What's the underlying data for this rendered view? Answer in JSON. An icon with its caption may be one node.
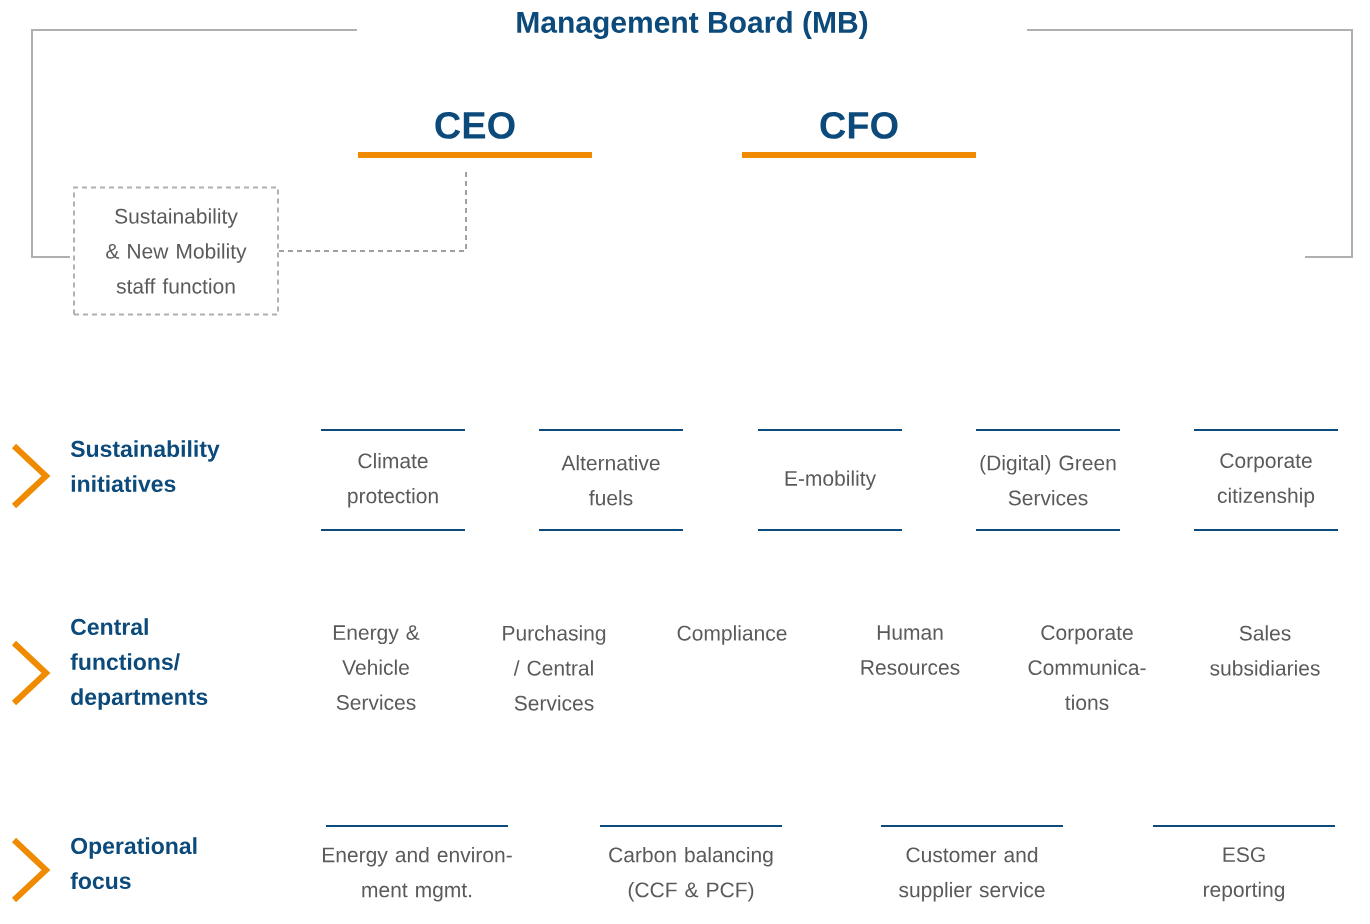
{
  "diagram": {
    "title": "Management Board (MB)",
    "nodes": [
      {
        "text": [
          "CEO"
        ]
      },
      {
        "text": [
          "CFO"
        ]
      },
      {
        "text": [
          "Sustainability & New Mobility staff function"
        ]
      },
      {
        "text": [
          "Climate protection"
        ]
      },
      {
        "text": [
          "Alternative fuels"
        ]
      },
      {
        "text": [
          "E-mobility"
        ]
      },
      {
        "text": [
          "(Digital) Green Services"
        ]
      },
      {
        "text": [
          "Corporate citizenship"
        ]
      },
      {
        "text": [
          "Energy and environ- ment mgmt."
        ]
      },
      {
        "text": [
          "Carbon balancing (CCF & PCF)"
        ]
      },
      {
        "text": [
          "Customer and supplier service"
        ]
      },
      {
        "text": [
          "ESG reporting"
        ]
      }
    ],
    "edges": [
      {
        "from": 2,
        "to": 0,
        "arrow": "none",
        "style": "dashed",
        "color": "#a0a0a0"
      }
    ],
    "labels": [
      "Sustainability initiatives",
      "Central functions/ departments",
      "Energy & Vehicle Services",
      "Purchasing / Central Services",
      "Compliance",
      "Human Resources",
      "Corporate Communica- tions",
      "Sales subsidiaries",
      "Operational focus"
    ]
  }
}
